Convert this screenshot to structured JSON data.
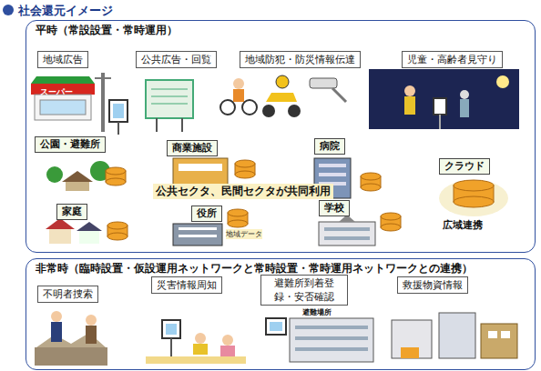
{
  "diagram": {
    "title": "社会還元イメージ",
    "nodes": [
      {
        "text": [
          "平時（常設設置・常時運用）"
        ]
      },
      {
        "text": [
          "地域広告"
        ],
        "in": 0
      },
      {
        "text": [
          "公共広告・回覧"
        ],
        "in": 0
      },
      {
        "text": [
          "地域防犯・防災情報伝達"
        ],
        "in": 0
      },
      {
        "text": [
          "児童・高齢者見守り"
        ],
        "in": 0
      },
      {
        "text": [
          "公共セクタ、民間セクタが共同利用"
        ]
      },
      {
        "text": [
          "公園・避難所"
        ]
      },
      {
        "text": [
          "商業施設"
        ]
      },
      {
        "text": [
          "病院"
        ]
      },
      {
        "text": [
          "家庭"
        ]
      },
      {
        "text": [
          "役所"
        ]
      },
      {
        "text": [
          "学校"
        ]
      },
      {
        "text": [
          "クラウド"
        ]
      },
      {
        "text": [
          "非常時（臨時設置・仮設運用ネットワークと常時設置・常時運用ネットワークとの連携）"
        ]
      },
      {
        "text": [
          "不明者捜索"
        ],
        "in": 13
      },
      {
        "text": [
          "災害情報周知"
        ],
        "in": 13
      },
      {
        "text": [
          "避難所到着登録・安否確認"
        ],
        "in": 13
      },
      {
        "text": [
          "救援物資情報"
        ],
        "in": 13
      }
    ],
    "labels": [
      "スーパー",
      "地域データ",
      "広域連携",
      "避難場所"
    ]
  }
}
